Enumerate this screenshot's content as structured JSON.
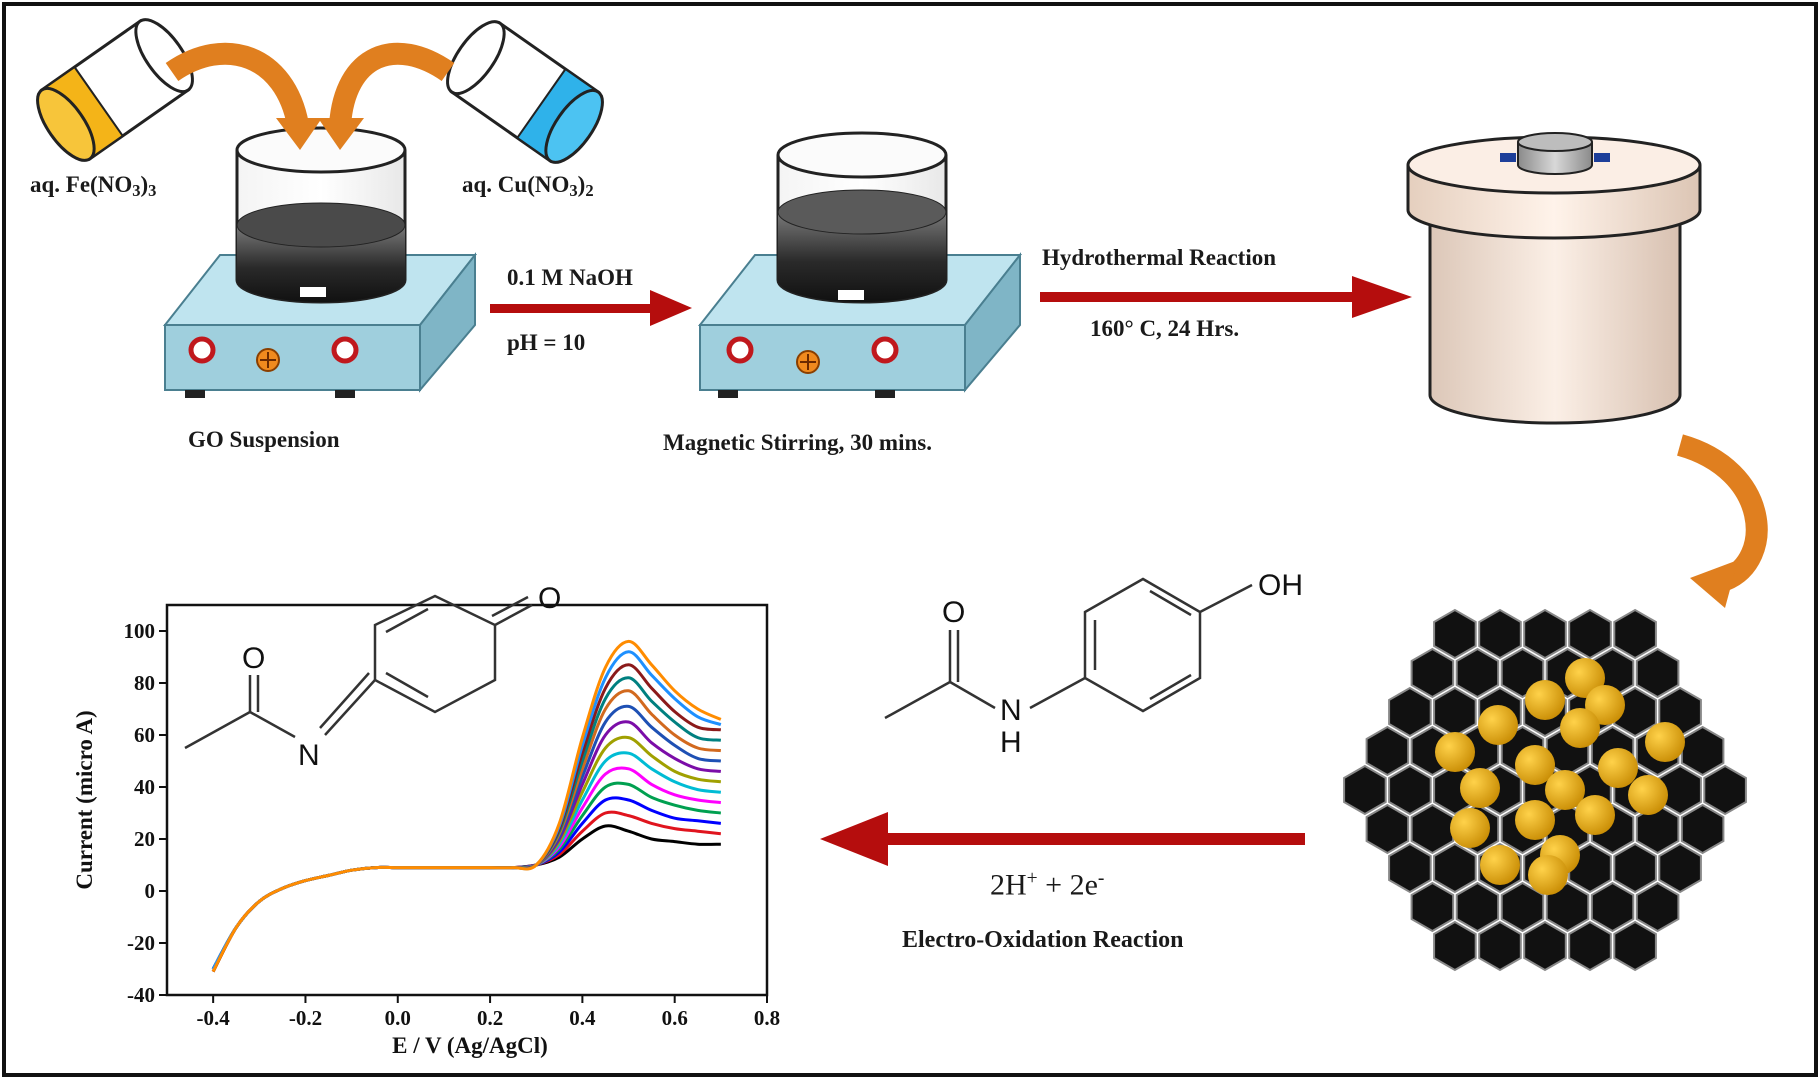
{
  "labels": {
    "fe_nitrate_prefix": "aq. Fe(NO",
    "fe_nitrate_sub1": "3",
    "fe_nitrate_mid": ")",
    "fe_nitrate_sub2": "3",
    "cu_nitrate_prefix": "aq. Cu(NO",
    "cu_nitrate_sub1": "3",
    "cu_nitrate_mid": ")",
    "cu_nitrate_sub2": "2",
    "go_suspension": "GO Suspension",
    "naoh": "0.1 M NaOH",
    "ph": "pH = 10",
    "magnetic_stirring": "Magnetic Stirring, 30 mins.",
    "hydrothermal": "Hydrothermal Reaction",
    "conditions": "160° C, 24 Hrs.",
    "electrons_pre": "2H",
    "electrons_sup1": "+",
    "electrons_mid": " + 2e",
    "electrons_sup2": "-",
    "electro_oxidation": "Electro-Oxidation Reaction"
  },
  "molecules": {
    "product_o_ring": "O",
    "product_o_acyl": "O",
    "product_n": "N",
    "reactant_oh": "OH",
    "reactant_o": "O",
    "reactant_n": "N",
    "reactant_h": "H"
  },
  "colors": {
    "arrow_red": "#b50d0d",
    "arrow_orange": "#e07f1f",
    "hotplate": "#9fcfdd",
    "fe_solution": "#f4b418",
    "cu_solution": "#2fb2ea",
    "nanoparticle": "#e5ac13",
    "hexagon": "#111111"
  },
  "chart_data": {
    "type": "line",
    "xlabel": "E / V (Ag/AgCl)",
    "ylabel": "Current (micro A)",
    "xlim": [
      -0.5,
      0.8
    ],
    "ylim": [
      -40,
      110
    ],
    "xticks": [
      -0.4,
      -0.2,
      0.0,
      0.2,
      0.4,
      0.6,
      0.8
    ],
    "yticks": [
      -40,
      -20,
      0,
      20,
      40,
      60,
      80,
      100
    ],
    "xtick_labels": [
      "-0.4",
      "-0.2",
      "0.0",
      "0.2",
      "0.4",
      "0.6",
      "0.8"
    ],
    "ytick_labels": [
      "-40",
      "-20",
      "0",
      "20",
      "40",
      "60",
      "80",
      "100"
    ],
    "x": [
      -0.4,
      -0.35,
      -0.3,
      -0.25,
      -0.2,
      -0.15,
      -0.1,
      -0.05,
      0.0,
      0.05,
      0.1,
      0.15,
      0.2,
      0.25,
      0.3,
      0.35,
      0.4,
      0.45,
      0.5,
      0.55,
      0.6,
      0.65,
      0.7
    ],
    "series": [
      {
        "color": "#000000",
        "values": [
          -30,
          -14,
          -4,
          1,
          4,
          6,
          8,
          9,
          9,
          9,
          9,
          9,
          9,
          9,
          10,
          13,
          20,
          25,
          23,
          20,
          19,
          18,
          18
        ]
      },
      {
        "color": "#e0141e",
        "values": [
          -31,
          -14,
          -4,
          1,
          4,
          6,
          8,
          9,
          9,
          9,
          9,
          9,
          9,
          9,
          10,
          14,
          23,
          30,
          29,
          26,
          24,
          23,
          22
        ]
      },
      {
        "color": "#0000ff",
        "values": [
          -30,
          -14,
          -4,
          1,
          4,
          6,
          8,
          9,
          9,
          9,
          9,
          9,
          9,
          9,
          10,
          15,
          26,
          35,
          35,
          31,
          28,
          27,
          26
        ]
      },
      {
        "color": "#00a050",
        "values": [
          -31,
          -14,
          -4,
          1,
          4,
          6,
          8,
          9,
          9,
          9,
          9,
          9,
          9,
          9,
          10,
          16,
          29,
          40,
          41,
          36,
          33,
          31,
          30
        ]
      },
      {
        "color": "#ff00ff",
        "values": [
          -30,
          -14,
          -4,
          1,
          4,
          6,
          8,
          9,
          9,
          9,
          9,
          9,
          9,
          9,
          10,
          17,
          32,
          45,
          47,
          41,
          37,
          35,
          34
        ]
      },
      {
        "color": "#00bcd4",
        "values": [
          -31,
          -14,
          -4,
          1,
          4,
          6,
          8,
          9,
          9,
          9,
          9,
          9,
          9,
          9,
          10,
          18,
          35,
          50,
          53,
          47,
          42,
          39,
          38
        ]
      },
      {
        "color": "#a0a000",
        "values": [
          -30,
          -14,
          -4,
          1,
          4,
          6,
          8,
          9,
          9,
          9,
          9,
          9,
          9,
          9,
          10,
          19,
          38,
          55,
          59,
          52,
          46,
          43,
          42
        ]
      },
      {
        "color": "#7b0da8",
        "values": [
          -31,
          -14,
          -4,
          1,
          4,
          6,
          8,
          9,
          9,
          9,
          9,
          9,
          9,
          9,
          10,
          20,
          41,
          60,
          65,
          57,
          51,
          47,
          46
        ]
      },
      {
        "color": "#1e50b4",
        "values": [
          -30,
          -14,
          -4,
          1,
          4,
          6,
          8,
          9,
          9,
          9,
          9,
          9,
          9,
          9,
          10,
          21,
          44,
          65,
          71,
          63,
          56,
          51,
          50
        ]
      },
      {
        "color": "#d2691e",
        "values": [
          -31,
          -14,
          -4,
          1,
          4,
          6,
          8,
          9,
          9,
          9,
          9,
          9,
          9,
          9,
          10,
          22,
          47,
          70,
          77,
          68,
          60,
          55,
          54
        ]
      },
      {
        "color": "#008080",
        "values": [
          -30,
          -14,
          -4,
          1,
          4,
          6,
          8,
          9,
          9,
          9,
          9,
          9,
          9,
          9,
          10,
          23,
          50,
          74,
          82,
          73,
          65,
          59,
          58
        ]
      },
      {
        "color": "#8b1a1a",
        "values": [
          -31,
          -14,
          -4,
          1,
          4,
          6,
          8,
          9,
          9,
          9,
          9,
          9,
          9,
          9,
          10,
          24,
          53,
          78,
          87,
          78,
          69,
          63,
          62
        ]
      },
      {
        "color": "#1e90ff",
        "values": [
          -30,
          -14,
          -4,
          1,
          4,
          6,
          8,
          9,
          9,
          9,
          9,
          9,
          9,
          9,
          10,
          25,
          56,
          82,
          92,
          83,
          74,
          67,
          64
        ]
      },
      {
        "color": "#ff8c00",
        "values": [
          -31,
          -14,
          -4,
          1,
          4,
          6,
          8,
          9,
          9,
          9,
          9,
          9,
          9,
          9,
          10,
          26,
          59,
          86,
          96,
          87,
          77,
          70,
          66
        ]
      }
    ]
  }
}
